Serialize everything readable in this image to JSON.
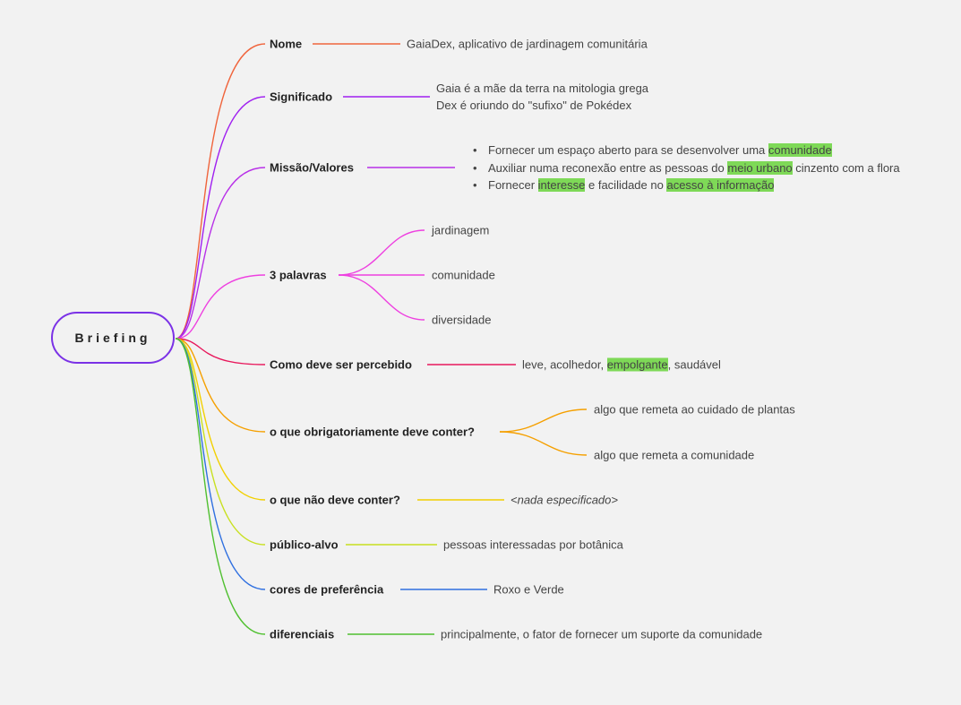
{
  "root": {
    "label": "Briefing",
    "border_color": "#7b32e6"
  },
  "branches": [
    {
      "id": "nome",
      "label": "Nome",
      "color": "#f0643c",
      "leaves": [
        {
          "text": "GaiaDex, aplicativo de jardinagem comunitária"
        }
      ]
    },
    {
      "id": "significado",
      "label": "Significado",
      "color": "#a020f0",
      "leaves": [
        {
          "lines": [
            "Gaia é a mãe da terra na mitologia grega",
            "Dex é oriundo do \"sufixo\" de Pokédex"
          ]
        }
      ]
    },
    {
      "id": "missao",
      "label": "Missão/Valores",
      "color": "#b830e8",
      "bullets": [
        [
          {
            "t": "Fornecer um espaço aberto para se desenvolver uma "
          },
          {
            "t": "comunidade",
            "hl": true
          }
        ],
        [
          {
            "t": "Auxiliar numa reconexão entre as pessoas do "
          },
          {
            "t": "meio urbano",
            "hl": true
          },
          {
            "t": " cinzento com a flora"
          }
        ],
        [
          {
            "t": "Fornecer "
          },
          {
            "t": "interesse",
            "hl": true
          },
          {
            "t": " e facilidade no "
          },
          {
            "t": "acesso à informação",
            "hl": true
          }
        ]
      ]
    },
    {
      "id": "palavras",
      "label": "3 palavras",
      "color": "#ee40e0",
      "leaves": [
        {
          "text": "jardinagem"
        },
        {
          "text": "comunidade"
        },
        {
          "text": "diversidade"
        }
      ]
    },
    {
      "id": "percebido",
      "label": "Como deve ser percebido",
      "color": "#e8185c",
      "leaves": [
        {
          "parts": [
            {
              "t": "leve, acolhedor, "
            },
            {
              "t": "empolgante",
              "hl": true
            },
            {
              "t": ", saudável"
            }
          ]
        }
      ]
    },
    {
      "id": "conter",
      "label": "o que obrigatoriamente deve conter?",
      "color": "#f5a000",
      "leaves": [
        {
          "text": "algo que remeta ao cuidado de plantas"
        },
        {
          "text": "algo que remeta a comunidade"
        }
      ]
    },
    {
      "id": "naoconter",
      "label": "o que não deve conter?",
      "color": "#f2d000",
      "leaves": [
        {
          "text": "<nada especificado>",
          "italic": true
        }
      ]
    },
    {
      "id": "publico",
      "label": "público-alvo",
      "color": "#c8e020",
      "leaves": [
        {
          "text": "pessoas interessadas por botânica"
        }
      ]
    },
    {
      "id": "cores",
      "label": "cores de preferência",
      "color": "#3070e0",
      "leaves": [
        {
          "text": "Roxo e Verde"
        }
      ]
    },
    {
      "id": "diferenciais",
      "label": "diferenciais",
      "color": "#50c030",
      "leaves": [
        {
          "text": "principalmente, o fator de fornecer um suporte da comunidade"
        }
      ]
    }
  ],
  "highlight_color": "#7ed957"
}
